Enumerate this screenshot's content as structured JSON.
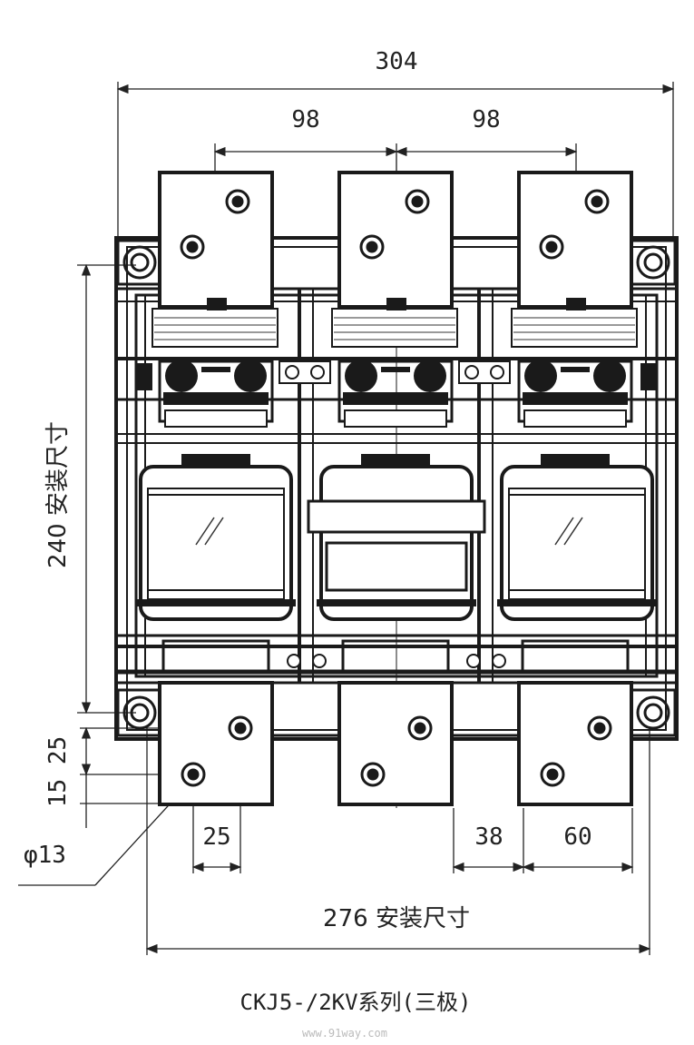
{
  "dimensions": {
    "overall_width": "304",
    "pole_pitch_left": "98",
    "pole_pitch_right": "98",
    "mounting_height": "240 安装尺寸",
    "terminal_offsets": "15 25",
    "hole_diameter": "φ13",
    "terminal_hole_offset": "25",
    "terminal_gap": "38",
    "terminal_width": "60",
    "mounting_width": "276 安装尺寸"
  },
  "caption": "CKJ5-/2KV系列(三极)",
  "watermark": "www.91way.com",
  "colors": {
    "line": "#1a1a1a",
    "background": "#ffffff"
  }
}
